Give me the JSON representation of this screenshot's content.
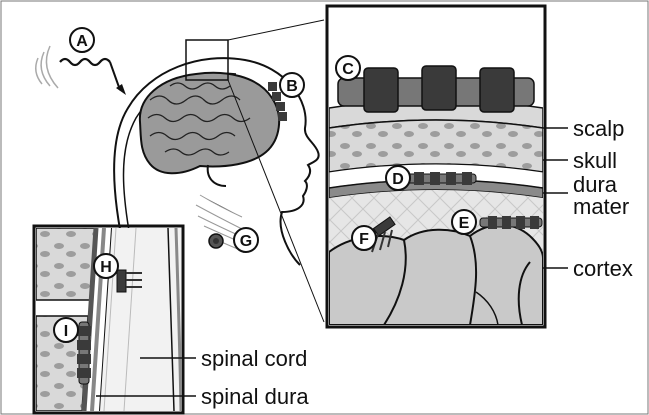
{
  "labels": {
    "scalp": "scalp",
    "skull": "skull",
    "dura_line1": "dura",
    "dura_line2": "mater",
    "cortex": "cortex",
    "spinal_cord": "spinal cord",
    "spinal_dura": "spinal dura"
  },
  "callouts": {
    "a": "A",
    "b": "B",
    "c": "C",
    "d": "D",
    "e": "E",
    "f": "F",
    "g": "G",
    "h": "H",
    "i": "I"
  },
  "colors": {
    "line": "#111111",
    "electrode": "#3a3a3a",
    "electrode_light": "#777777",
    "brain": "#9a9a9a",
    "scalp_band": "#cfcfcf",
    "bone": "#bdbdbd",
    "cortex": "#c9c9c9",
    "background": "#ffffff"
  }
}
